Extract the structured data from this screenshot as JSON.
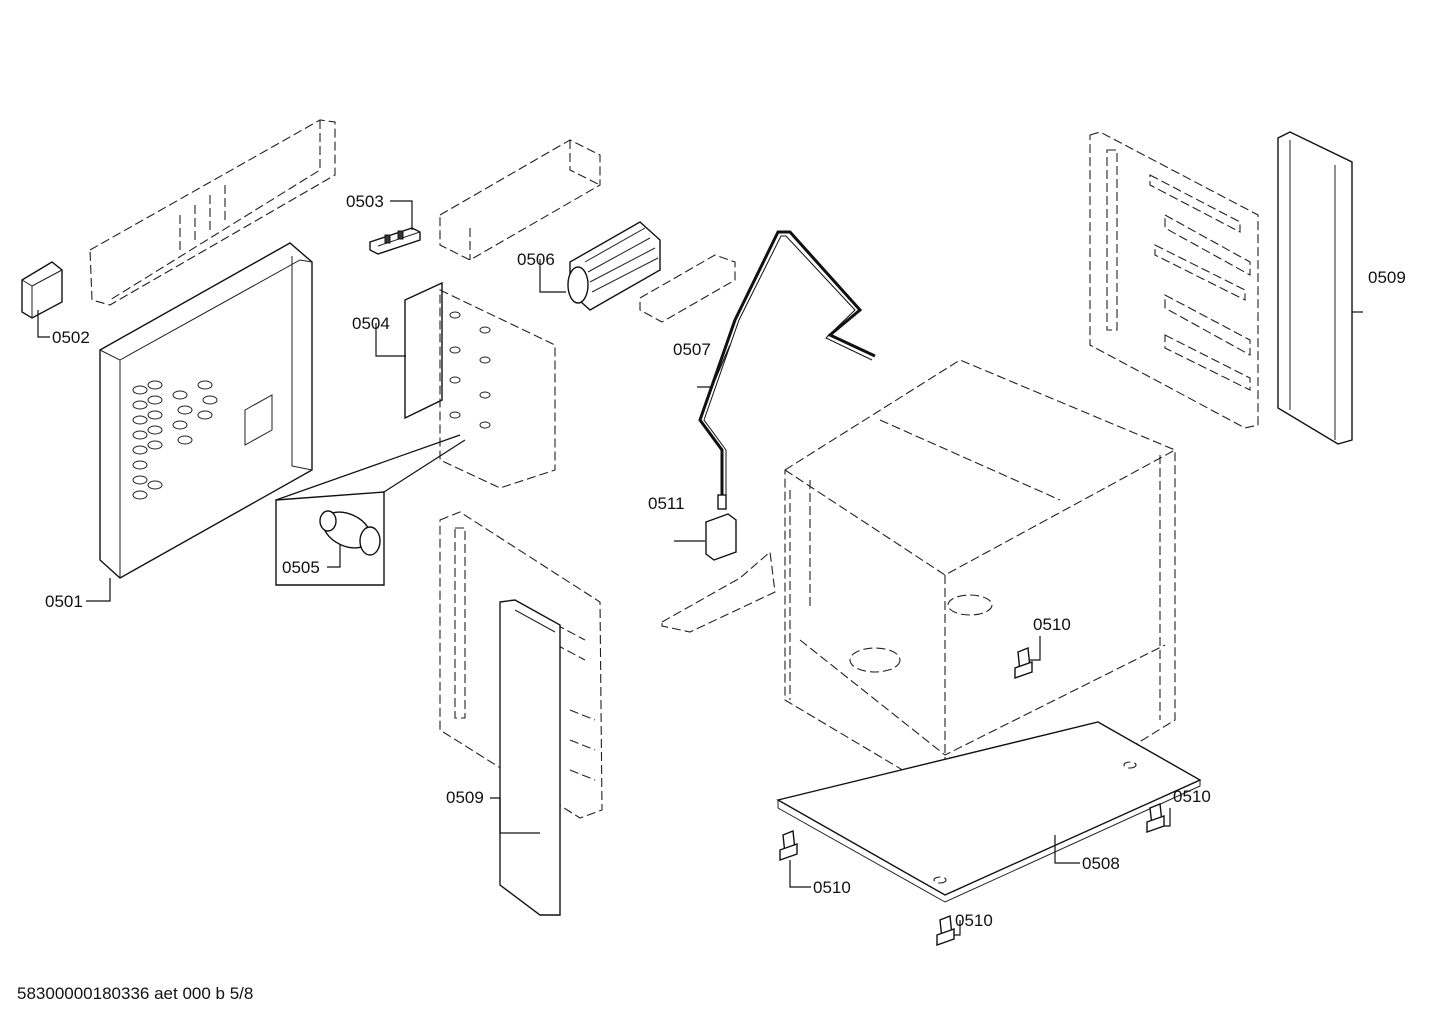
{
  "callouts": [
    {
      "id": "0501",
      "text": "0501"
    },
    {
      "id": "0502",
      "text": "0502"
    },
    {
      "id": "0503",
      "text": "0503"
    },
    {
      "id": "0504",
      "text": "0504"
    },
    {
      "id": "0505",
      "text": "0505"
    },
    {
      "id": "0506",
      "text": "0506"
    },
    {
      "id": "0507",
      "text": "0507"
    },
    {
      "id": "0508",
      "text": "0508"
    },
    {
      "id": "0509a",
      "text": "0509"
    },
    {
      "id": "0509b",
      "text": "0509"
    },
    {
      "id": "0510a",
      "text": "0510"
    },
    {
      "id": "0510b",
      "text": "0510"
    },
    {
      "id": "0510c",
      "text": "0510"
    },
    {
      "id": "0510d",
      "text": "0510"
    },
    {
      "id": "0511",
      "text": "0511"
    }
  ],
  "footer": {
    "text": "58300000180336 aet 000 b 5/8"
  }
}
